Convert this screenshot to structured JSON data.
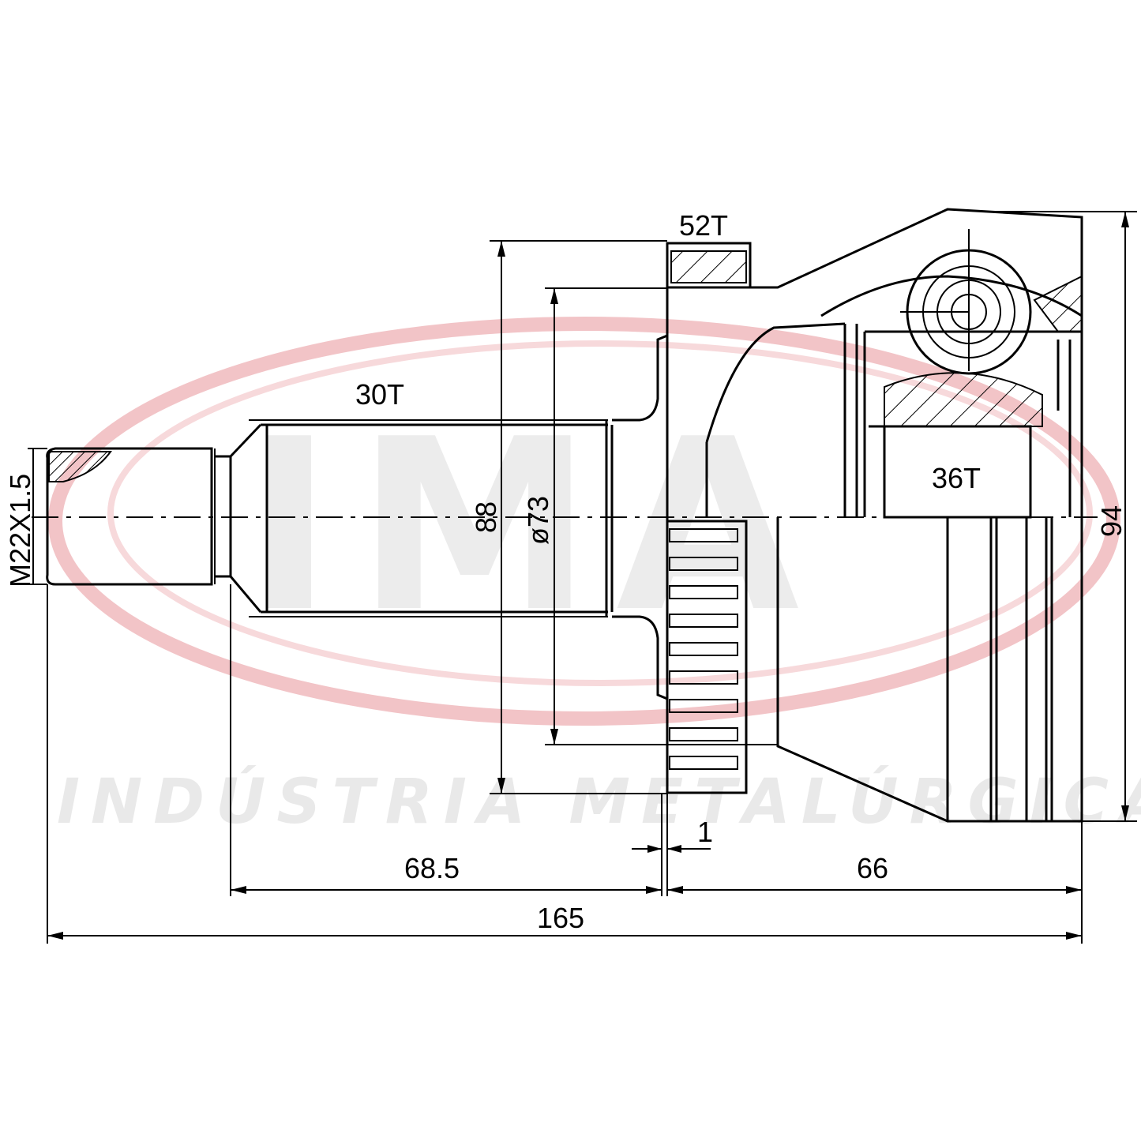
{
  "watermark": {
    "logo_letters": "IMA",
    "tagline": "INDÚSTRIA METALÚRGICA ALLI"
  },
  "labels": {
    "teeth_52": "52T",
    "teeth_30": "30T",
    "teeth_36": "36T",
    "thread": "M22X1.5",
    "dim_88": "88",
    "dim_73": "ø73",
    "dim_94": "94",
    "dim_1": "1",
    "dim_68_5": "68.5",
    "dim_66": "66",
    "dim_165": "165"
  },
  "colors": {
    "line": "#000000",
    "watermark_red": "#f2b9bd",
    "watermark_gray": "#e9e9e9"
  }
}
